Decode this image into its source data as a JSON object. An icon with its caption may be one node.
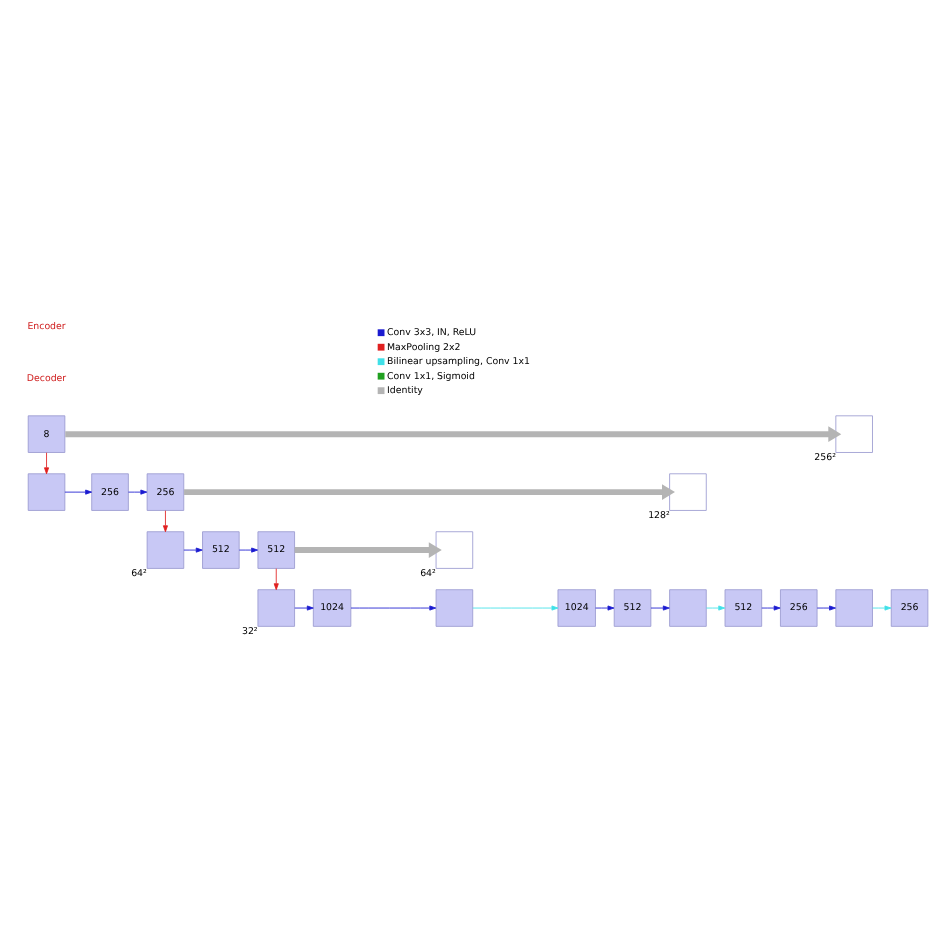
{
  "diagram": {
    "nodes": [
      {
        "text": [
          "8"
        ]
      },
      {
        "text": [],
        "shape": "box",
        "beside": [
          "256²"
        ]
      },
      {
        "text": [
          "256"
        ]
      },
      {
        "text": [],
        "shape": "box"
      },
      {
        "text": [
          "256"
        ]
      },
      {
        "text": [
          "256"
        ]
      },
      {
        "text": [],
        "shape": "box",
        "beside": [
          "128²"
        ]
      },
      {
        "text": [
          "512"
        ]
      },
      {
        "text": [
          "256"
        ]
      },
      {
        "text": [],
        "shape": "box"
      },
      {
        "text": [],
        "shape": "box",
        "beside": [
          "64²"
        ]
      },
      {
        "text": [
          "512"
        ]
      },
      {
        "text": [
          "512"
        ]
      },
      {
        "text": [],
        "shape": "box",
        "beside": [
          "64²"
        ]
      },
      {
        "text": [
          "1024"
        ]
      },
      {
        "text": [
          "512"
        ]
      },
      {
        "text": [],
        "shape": "box"
      },
      {
        "text": [],
        "shape": "box",
        "beside": [
          "32²"
        ]
      },
      {
        "text": [
          "1024"
        ]
      },
      {
        "text": [],
        "shape": "box"
      }
    ],
    "edges": [
      {
        "from": 0,
        "to": 1,
        "arrow": "to",
        "style": "thick",
        "color": "#b4b4b4"
      },
      {
        "from": 0,
        "to": 3,
        "arrow": "to",
        "color": "#e02020"
      },
      {
        "from": 3,
        "to": 4,
        "arrow": "to"
      },
      {
        "from": 4,
        "to": 5,
        "arrow": "to"
      },
      {
        "from": 5,
        "to": 6,
        "arrow": "to",
        "style": "thick",
        "color": "#b4b4b4"
      },
      {
        "from": 5,
        "to": 10,
        "arrow": "to",
        "color": "#e02020"
      },
      {
        "from": 10,
        "to": 11,
        "arrow": "to"
      },
      {
        "from": 11,
        "to": 12,
        "arrow": "to"
      },
      {
        "from": 12,
        "to": 13,
        "arrow": "to",
        "style": "thick",
        "color": "#b4b4b4"
      },
      {
        "from": 12,
        "to": 17,
        "arrow": "to",
        "color": "#e02020"
      },
      {
        "from": 17,
        "to": 18,
        "arrow": "to"
      },
      {
        "from": 18,
        "to": 19,
        "arrow": "to"
      },
      {
        "from": 19,
        "to": 14,
        "arrow": "to",
        "color": "#40e0e8"
      },
      {
        "from": 14,
        "to": 15,
        "arrow": "to"
      },
      {
        "from": 15,
        "to": 16,
        "arrow": "to"
      },
      {
        "from": 16,
        "to": 7,
        "arrow": "to",
        "color": "#40e0e8"
      },
      {
        "from": 7,
        "to": 8,
        "arrow": "to"
      },
      {
        "from": 8,
        "to": 9,
        "arrow": "to"
      },
      {
        "from": 9,
        "to": 2,
        "arrow": "to",
        "color": "#40e0e8"
      }
    ],
    "labels": [
      "Encoder",
      "Decoder"
    ],
    "legend": [
      {
        "text": "Conv 3x3, IN, ReLU",
        "color": "#1a1ad0"
      },
      {
        "text": "MaxPooling 2x2",
        "color": "#e02020"
      },
      {
        "text": "Bilinear upsampling, Conv 1x1",
        "color": "#40e0e8"
      },
      {
        "text": "Conv 1x1, Sigmoid",
        "color": "#20a020"
      },
      {
        "text": "Identity",
        "color": "#b4b4b4"
      }
    ]
  }
}
